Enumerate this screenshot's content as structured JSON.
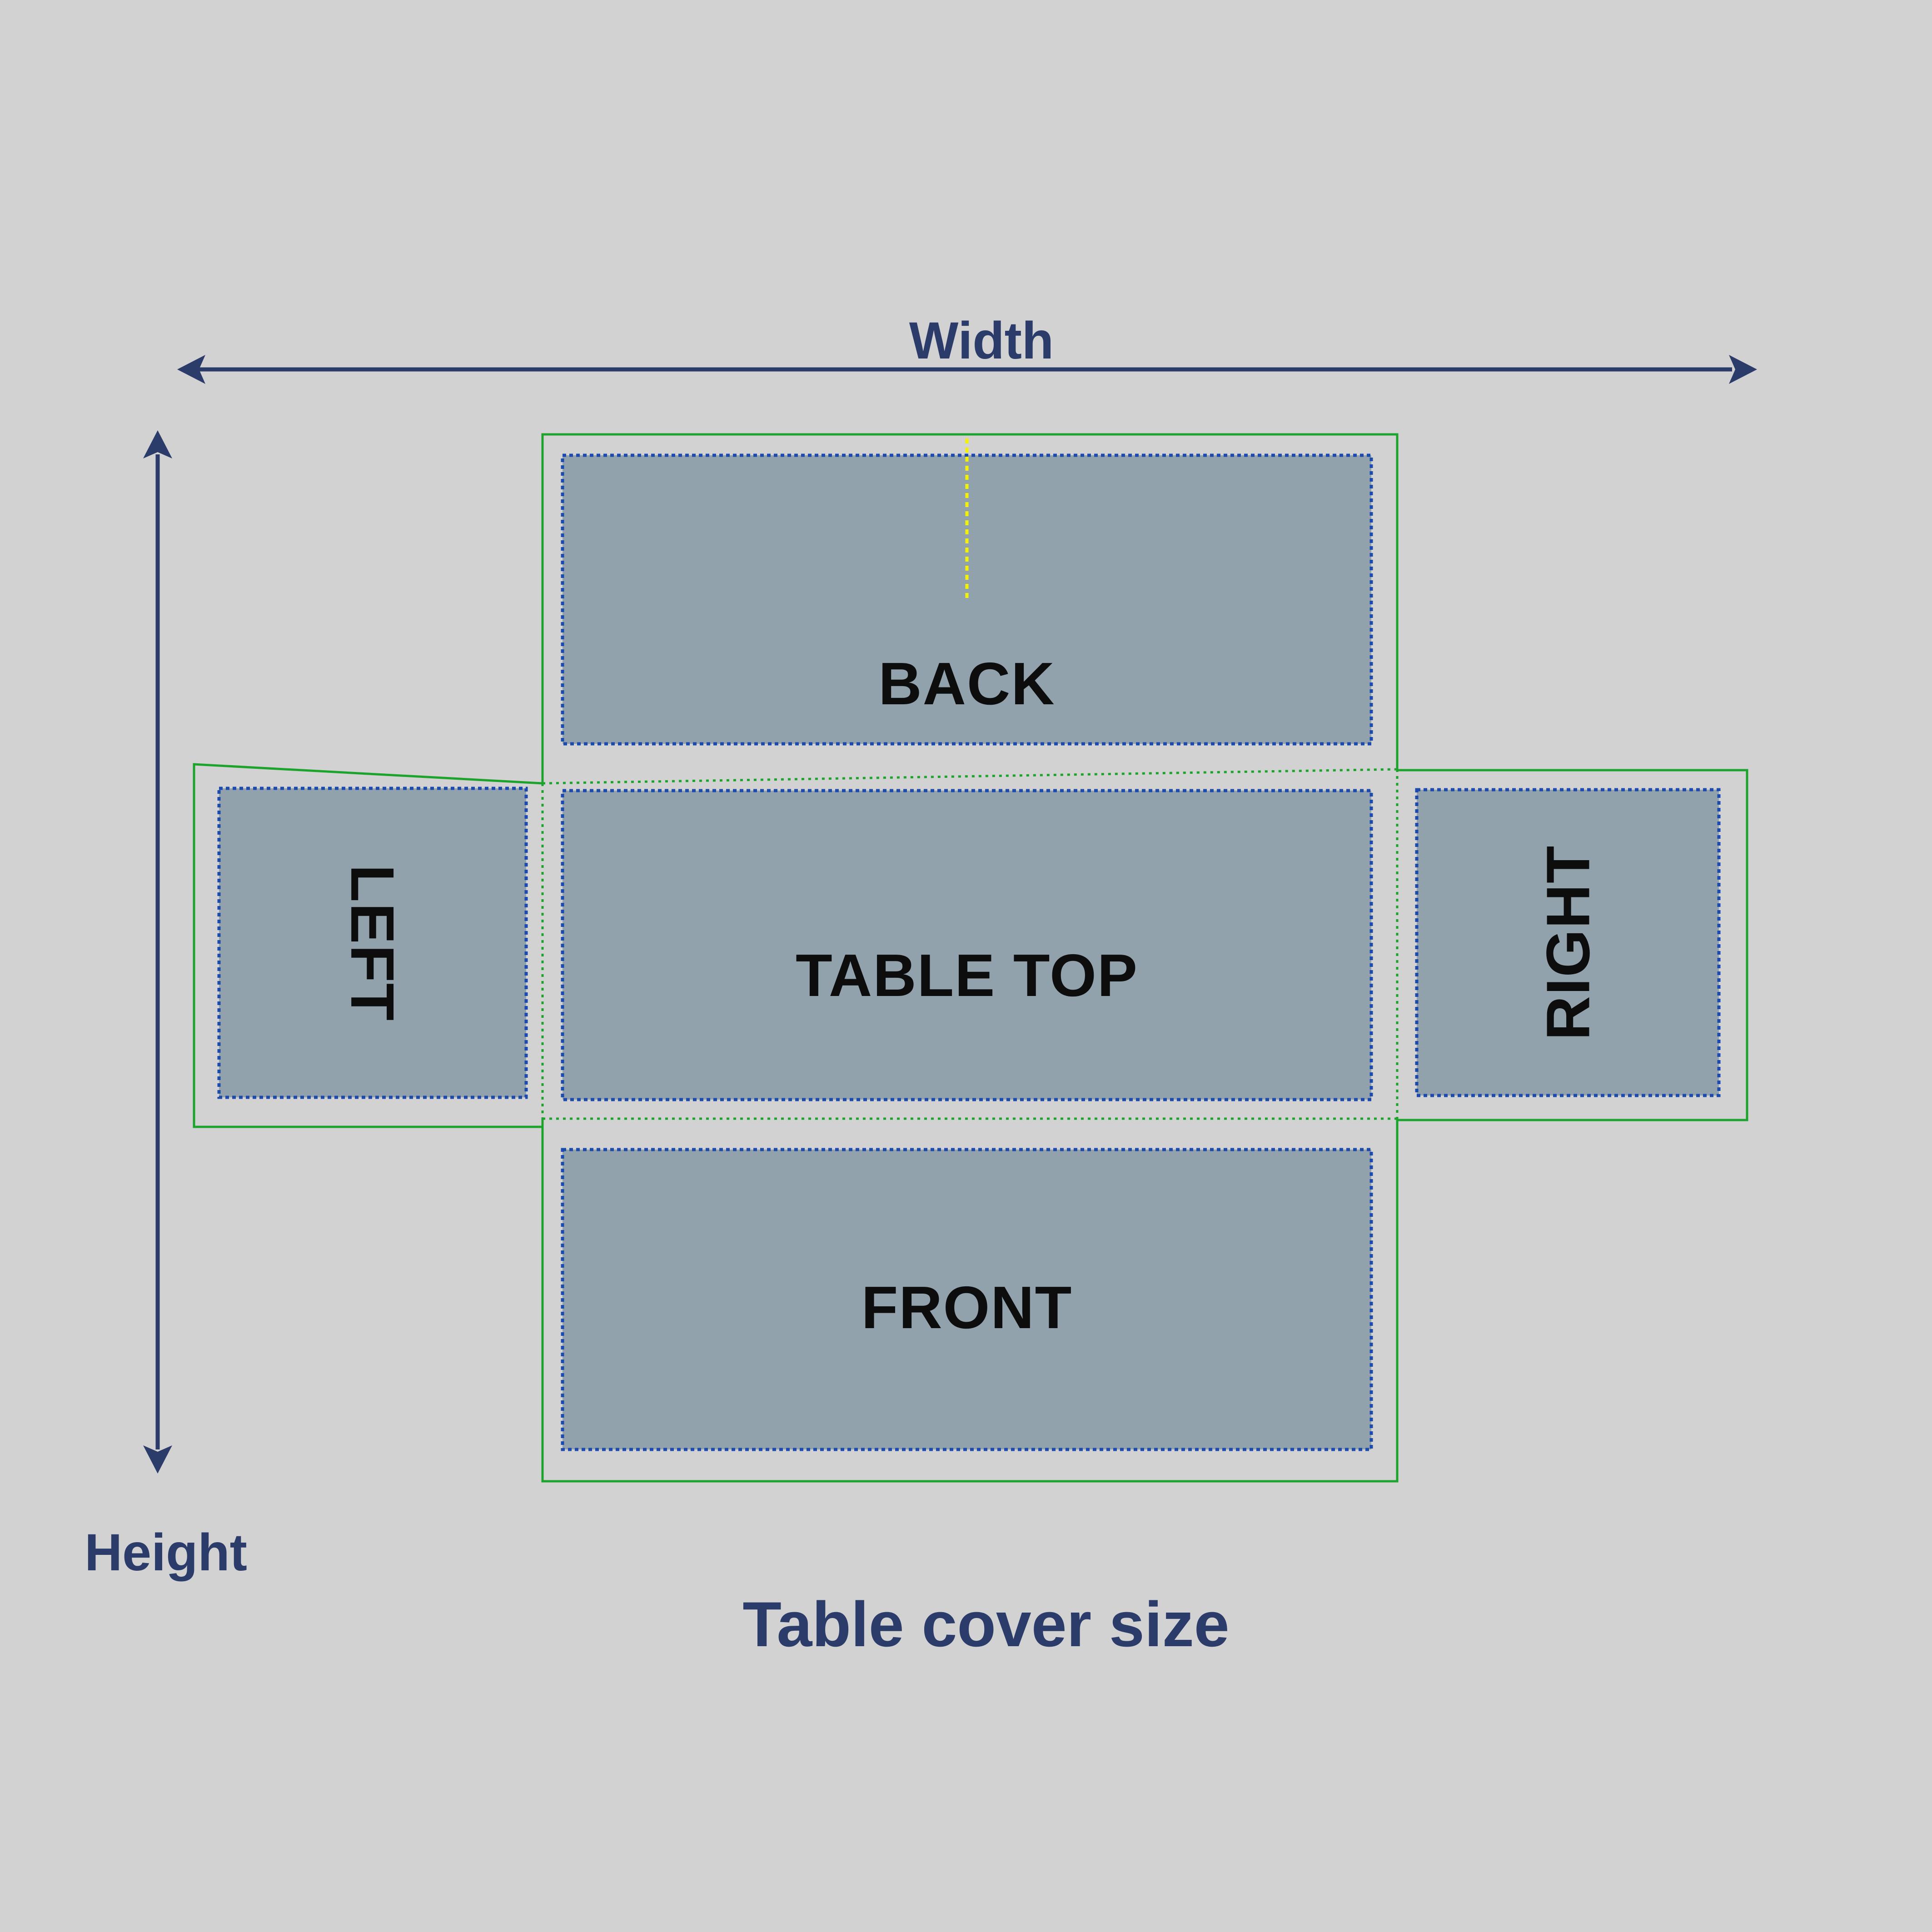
{
  "title": "Table cover size",
  "axes": {
    "width_label": "Width",
    "height_label": "Height"
  },
  "panels": {
    "back": {
      "label": "BACK"
    },
    "left": {
      "label": "LEFT"
    },
    "table_top": {
      "label": "TABLE TOP"
    },
    "right": {
      "label": "RIGHT"
    },
    "front": {
      "label": "FRONT"
    }
  },
  "colors": {
    "background": "#d2d2d2",
    "panel_fill": "#92a2ad",
    "stitch_blue": "#1d4bad",
    "outline_green": "#1ca32b",
    "fold_yellow": "#f2f207",
    "arrow_navy": "#2b3c6a",
    "panel_text": "#0d0d0d"
  }
}
